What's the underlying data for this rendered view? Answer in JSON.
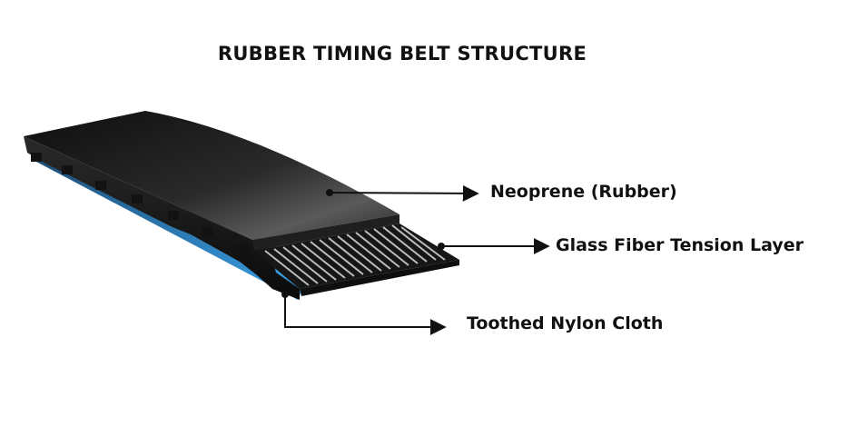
{
  "title": "RUBBER TIMING BELT STRUCTURE",
  "callouts": {
    "neoprene": "Neoprene (Rubber)",
    "glass_fiber": "Glass Fiber Tension Layer",
    "nylon": "Toothed Nylon Cloth"
  },
  "colors": {
    "rubber": "#1b1b1b",
    "rubber_highlight": "#555555",
    "nylon_cloth": "#2f86c9",
    "fiber_cords": "#bdbdbd",
    "text": "#111111"
  }
}
